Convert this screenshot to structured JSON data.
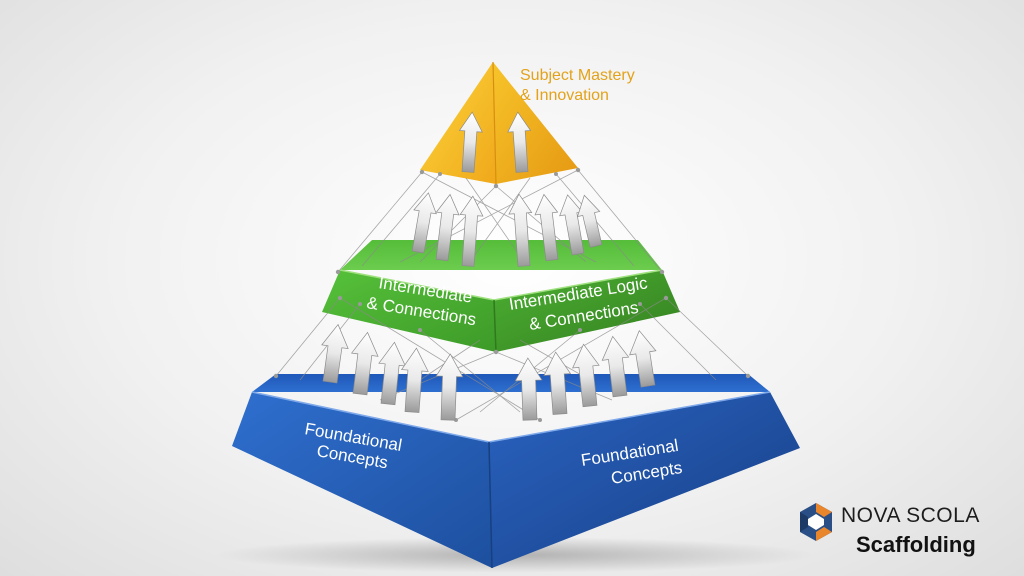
{
  "apex": {
    "line1": "Subject Mastery",
    "line2": "& Innovation"
  },
  "middle": {
    "left_line1": "Intermediate",
    "left_line2": "& Connections",
    "right_line1": "Intermediate Logic",
    "right_line2": "& Connections"
  },
  "base": {
    "left_line1": "Foundational",
    "left_line2": "Concepts",
    "right_line1": "Foundational",
    "right_line2": "Concepts"
  },
  "brand": {
    "name": "NOVA SCOLA",
    "tagline": "Scaffolding"
  },
  "colors": {
    "apex": "#f2b51d",
    "middle": "#4cae2e",
    "base": "#2c63b7",
    "apex_text": "#e3a21a"
  }
}
